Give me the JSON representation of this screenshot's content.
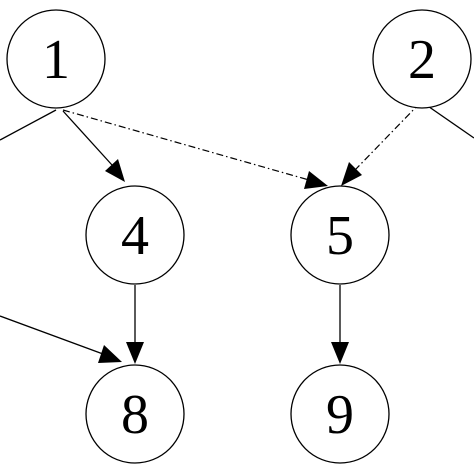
{
  "nodes": {
    "n1": {
      "label": "1"
    },
    "n2": {
      "label": "2"
    },
    "n4": {
      "label": "4"
    },
    "n5": {
      "label": "5"
    },
    "n8": {
      "label": "8"
    },
    "n9": {
      "label": "9"
    }
  },
  "edges": [
    {
      "from": "1",
      "to": "4",
      "style": "solid"
    },
    {
      "from": "1",
      "to": "5",
      "style": "dash-dot"
    },
    {
      "from": "2",
      "to": "5",
      "style": "dash-dot"
    },
    {
      "from": "4",
      "to": "8",
      "style": "solid"
    },
    {
      "from": "5",
      "to": "9",
      "style": "solid"
    }
  ],
  "colors": {
    "stroke": "#000000",
    "background": "#ffffff"
  }
}
